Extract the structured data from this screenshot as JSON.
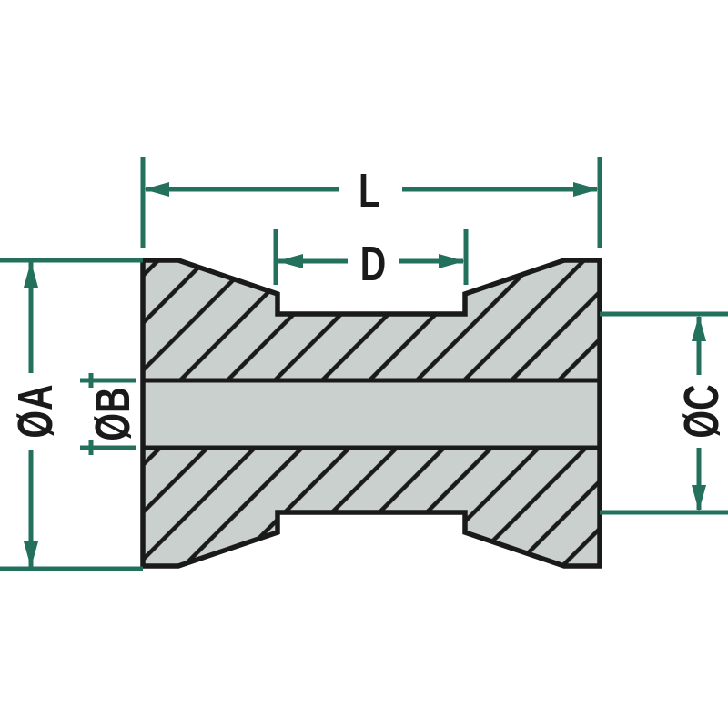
{
  "drawing": {
    "labels": {
      "overall_length": "L",
      "groove_width": "D",
      "outer_diameter": "ØA",
      "bore_diameter": "ØB",
      "end_diameter": "ØC"
    },
    "colors": {
      "dimension": "#23705c",
      "part_fill": "#c9d0cd",
      "outline": "#1a1a1a",
      "background": "#ffffff"
    }
  }
}
